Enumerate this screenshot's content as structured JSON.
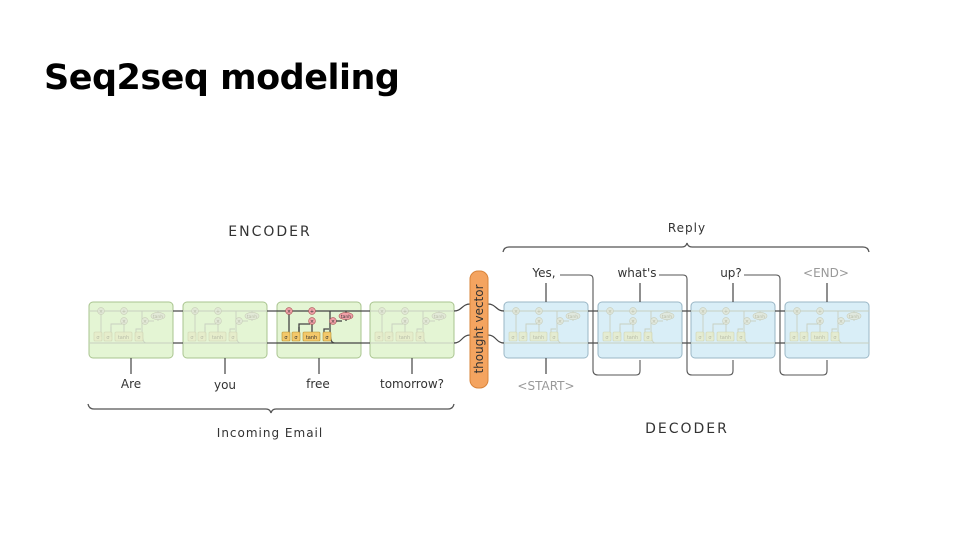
{
  "slide": {
    "title": "Seq2seq modeling"
  },
  "diagram": {
    "encoder": {
      "heading": "ENCODER",
      "inputs": [
        "Are",
        "you",
        "free",
        "tomorrow?"
      ],
      "group_label": "Incoming Email",
      "highlighted_cell": 3
    },
    "thought_vector": {
      "label": "thought vector",
      "color": "#f4a460"
    },
    "decoder": {
      "heading": "DECODER",
      "start_token": "<START>",
      "outputs": [
        "Yes,",
        "what's",
        "up?",
        "<END>"
      ],
      "group_label": "Reply"
    },
    "cell_glyphs": {
      "sigma": "σ",
      "tanh": "tanh",
      "times": "×",
      "plus": "+"
    },
    "colors": {
      "encoder_cell": "#e4f5d4",
      "decoder_cell": "#d9eef7",
      "gate_active": "#f3c86b",
      "op_active": "#f0a0a8"
    }
  }
}
